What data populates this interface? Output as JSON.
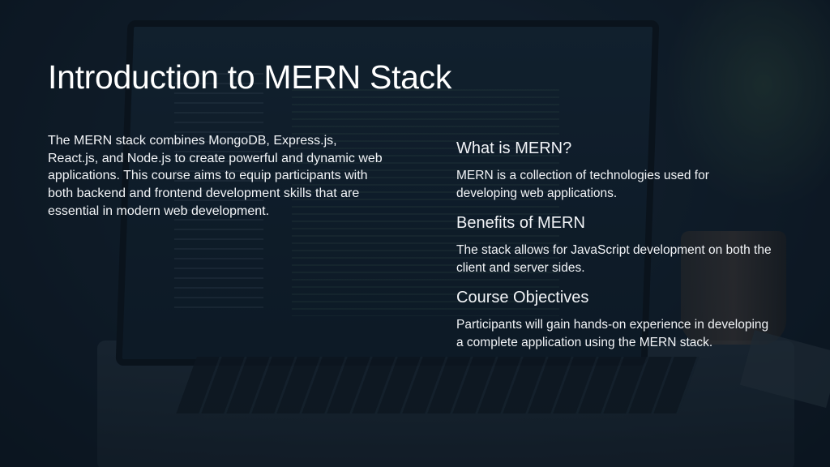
{
  "slide": {
    "title": "Introduction to MERN Stack",
    "intro": "The MERN stack combines MongoDB, Express.js, React.js, and Node.js to create powerful and dynamic web applications. This course aims to equip participants with both backend and frontend development skills that are essential in modern web development.",
    "sections": [
      {
        "heading": "What is MERN?",
        "body": "MERN is a collection of technologies used for developing web applications."
      },
      {
        "heading": "Benefits of MERN",
        "body": "The stack allows for JavaScript development on both the client and server sides."
      },
      {
        "heading": "Course Objectives",
        "body": "Participants will gain hands-on experience in developing a complete application using the MERN stack."
      }
    ]
  }
}
